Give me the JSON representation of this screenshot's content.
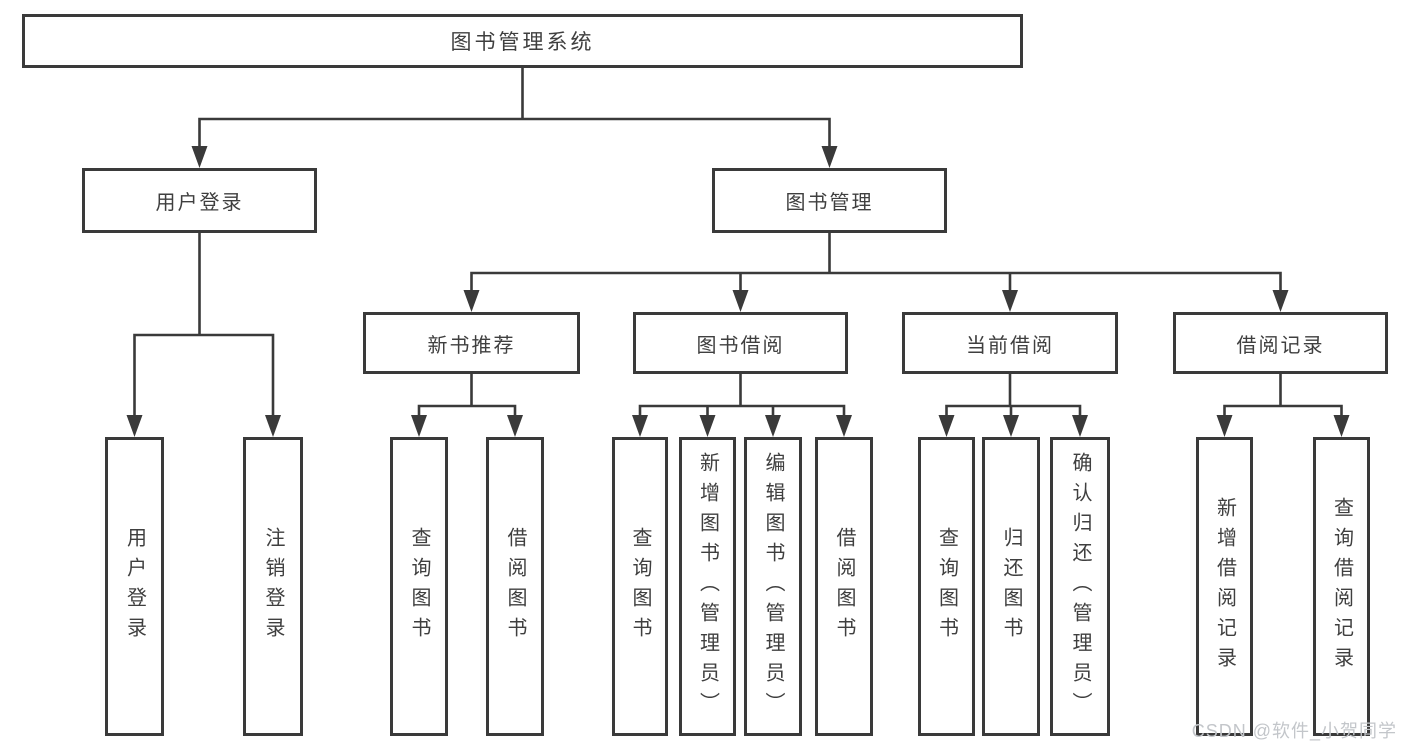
{
  "title": "图书管理系统",
  "tree": {
    "root": {
      "label": "图书管理系统"
    },
    "branches": [
      {
        "label": "用户登录",
        "children": [
          {
            "label": "用户登录"
          },
          {
            "label": "注销登录"
          }
        ]
      },
      {
        "label": "图书管理",
        "children": [
          {
            "label": "新书推荐",
            "children": [
              {
                "label": "查询图书"
              },
              {
                "label": "借阅图书"
              }
            ]
          },
          {
            "label": "图书借阅",
            "children": [
              {
                "label": "查询图书"
              },
              {
                "label": "新增图书（管理员）"
              },
              {
                "label": "编辑图书（管理员）"
              },
              {
                "label": "借阅图书"
              }
            ]
          },
          {
            "label": "当前借阅",
            "children": [
              {
                "label": "查询图书"
              },
              {
                "label": "归还图书"
              },
              {
                "label": "确认归还（管理员）"
              }
            ]
          },
          {
            "label": "借阅记录",
            "children": [
              {
                "label": "新增借阅记录"
              },
              {
                "label": "查询借阅记录"
              }
            ]
          }
        ]
      }
    ]
  },
  "watermark": "CSDN @软件_小贺同学",
  "colors": {
    "line": "#3a3a3a",
    "text": "#3f3f3f",
    "background": "#ffffff",
    "watermark": "#c3c6ca"
  }
}
